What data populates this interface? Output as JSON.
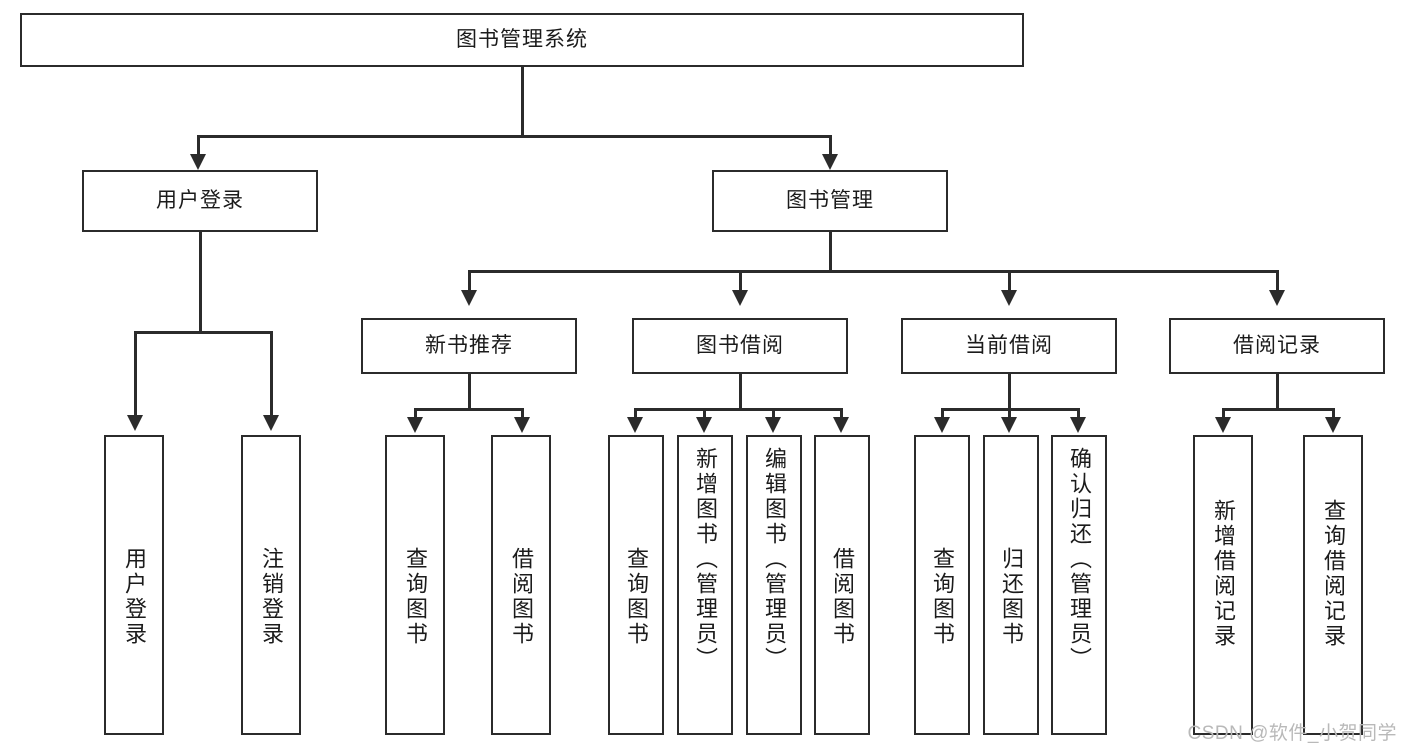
{
  "diagram": {
    "title": "图书管理系统",
    "watermark": "CSDN @软件_小贺同学",
    "root": {
      "label": "图书管理系统"
    },
    "level2": [
      {
        "id": "user-login",
        "label": "用户登录"
      },
      {
        "id": "book-management",
        "label": "图书管理"
      }
    ],
    "level3": [
      {
        "id": "new-book-recommend",
        "label": "新书推荐"
      },
      {
        "id": "book-borrow",
        "label": "图书借阅"
      },
      {
        "id": "current-borrow",
        "label": "当前借阅"
      },
      {
        "id": "borrow-record",
        "label": "借阅记录"
      }
    ],
    "leaves": {
      "user_login": [
        {
          "id": "leaf-user-login",
          "label": "用户登录"
        },
        {
          "id": "leaf-logout-login",
          "label": "注销登录"
        }
      ],
      "new_book_recommend": [
        {
          "id": "leaf-query-book-1",
          "label": "查询图书"
        },
        {
          "id": "leaf-borrow-book-1",
          "label": "借阅图书"
        }
      ],
      "book_borrow": [
        {
          "id": "leaf-query-book-2",
          "label": "查询图书"
        },
        {
          "id": "leaf-add-book",
          "label": "新增图书（管理员）"
        },
        {
          "id": "leaf-edit-book",
          "label": "编辑图书（管理员）"
        },
        {
          "id": "leaf-borrow-book-2",
          "label": "借阅图书"
        }
      ],
      "current_borrow": [
        {
          "id": "leaf-query-book-3",
          "label": "查询图书"
        },
        {
          "id": "leaf-return-book",
          "label": "归还图书"
        },
        {
          "id": "leaf-confirm-return",
          "label": "确认归还（管理员）"
        }
      ],
      "borrow_record": [
        {
          "id": "leaf-add-record",
          "label": "新增借阅记录"
        },
        {
          "id": "leaf-query-record",
          "label": "查询借阅记录"
        }
      ]
    },
    "colors": {
      "stroke": "#2b2b2b",
      "background": "#ffffff",
      "text": "#1b1b1b",
      "watermark": "#b9b9b9"
    }
  }
}
